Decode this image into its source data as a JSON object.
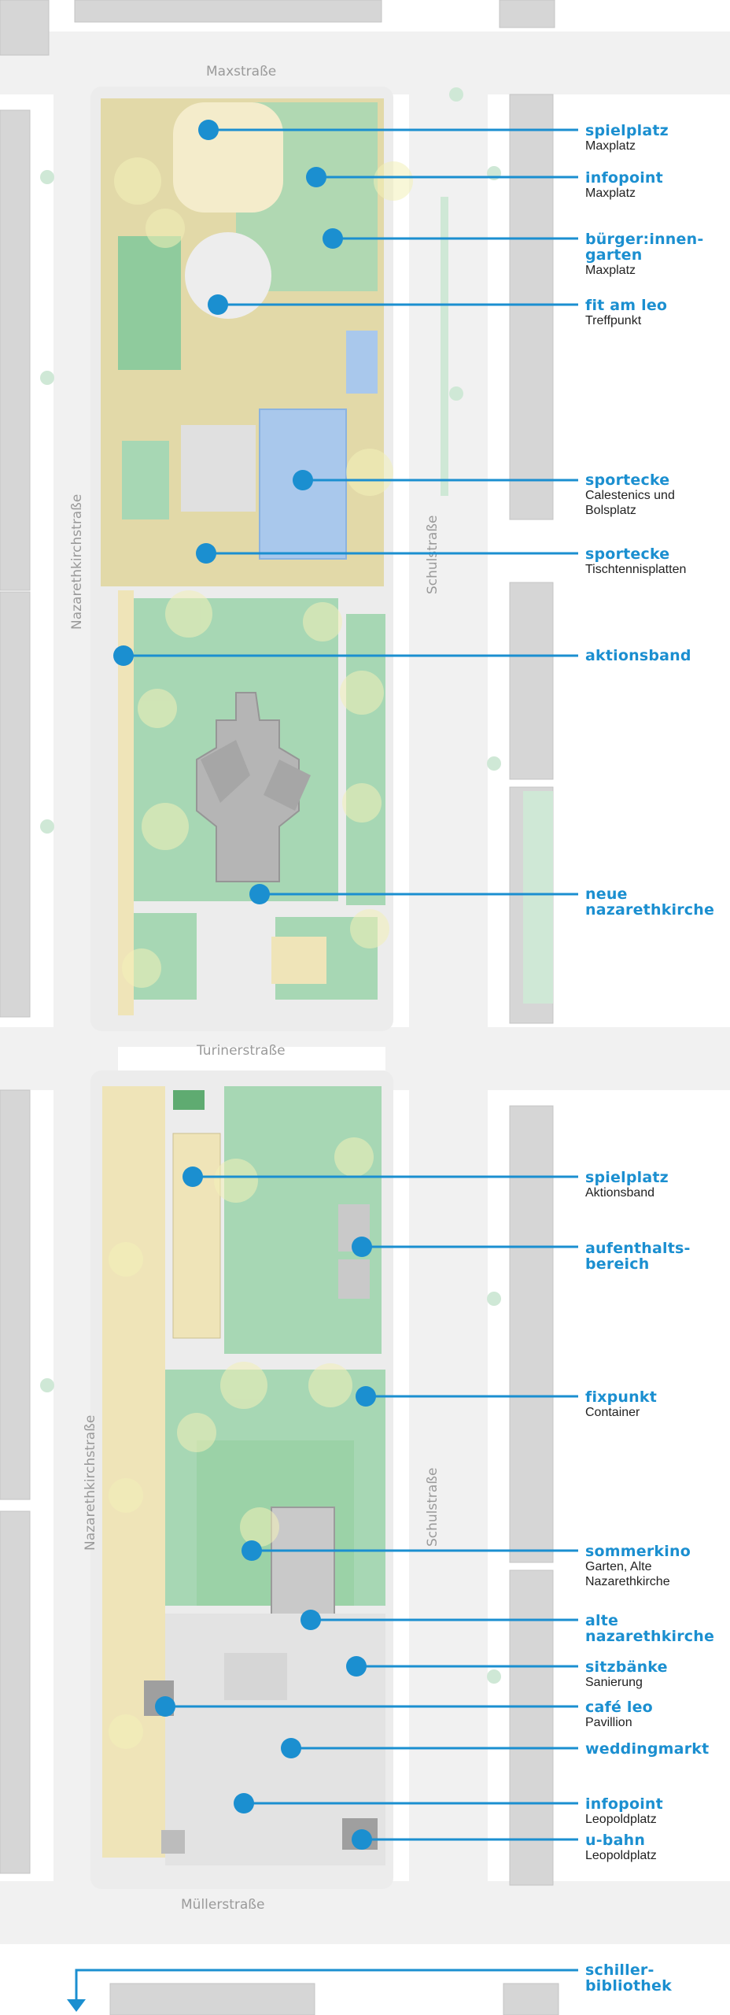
{
  "colors": {
    "accent": "#1b8fd0",
    "building": "#d6d6d6",
    "street": "#ebebeb",
    "green": "#a7d7b4",
    "sand": "#e2d9a8",
    "court": "#a9c8ec"
  },
  "streets": {
    "maxstrasse": "Maxstraße",
    "turinerstrasse": "Turinerstraße",
    "muellerstrasse": "Müllerstraße",
    "nazareth_north": "Nazarethkirchstraße",
    "nazareth_south": "Nazarethkirchstraße",
    "schulstrasse_north": "Schulstraße",
    "schulstrasse_south": "Schulstraße"
  },
  "callouts": [
    {
      "id": "spielplatz-maxplatz",
      "title": "spielplatz",
      "subtitle": "Maxplatz"
    },
    {
      "id": "infopoint-maxplatz",
      "title": "infopoint",
      "subtitle": "Maxplatz"
    },
    {
      "id": "buergergarten",
      "title": "bürger:innen-\ngarten",
      "subtitle": "Maxplatz"
    },
    {
      "id": "fit-am-leo",
      "title": "fit am leo",
      "subtitle": "Treffpunkt"
    },
    {
      "id": "sportecke-calestenics",
      "title": "sportecke",
      "subtitle": "Calestenics und\nBolsplatz"
    },
    {
      "id": "sportecke-tischtennis",
      "title": "sportecke",
      "subtitle": "Tischtennisplatten"
    },
    {
      "id": "aktionsband",
      "title": "aktionsband",
      "subtitle": ""
    },
    {
      "id": "neue-nazarethkirche",
      "title": "neue\nnazarethkirche",
      "subtitle": ""
    },
    {
      "id": "spielplatz-aktionsband",
      "title": "spielplatz",
      "subtitle": "Aktionsband"
    },
    {
      "id": "aufenthaltsbereich",
      "title": "aufenthalts-\nbereich",
      "subtitle": ""
    },
    {
      "id": "fixpunkt",
      "title": "fixpunkt",
      "subtitle": "Container"
    },
    {
      "id": "sommerkino",
      "title": "sommerkino",
      "subtitle": "Garten, Alte\nNazarethkirche"
    },
    {
      "id": "alte-nazarethkirche",
      "title": "alte\nnazarethkirche",
      "subtitle": ""
    },
    {
      "id": "sitzbaenke",
      "title": "sitzbänke",
      "subtitle": "Sanierung"
    },
    {
      "id": "cafe-leo",
      "title": "café leo",
      "subtitle": "Pavillion"
    },
    {
      "id": "weddingmarkt",
      "title": "weddingmarkt",
      "subtitle": ""
    },
    {
      "id": "infopoint-leopoldplatz",
      "title": "infopoint",
      "subtitle": "Leopoldplatz"
    },
    {
      "id": "u-bahn",
      "title": "u-bahn",
      "subtitle": "Leopoldplatz"
    },
    {
      "id": "schiller-bibliothek",
      "title": "schiller-\nbibliothek",
      "subtitle": ""
    }
  ]
}
